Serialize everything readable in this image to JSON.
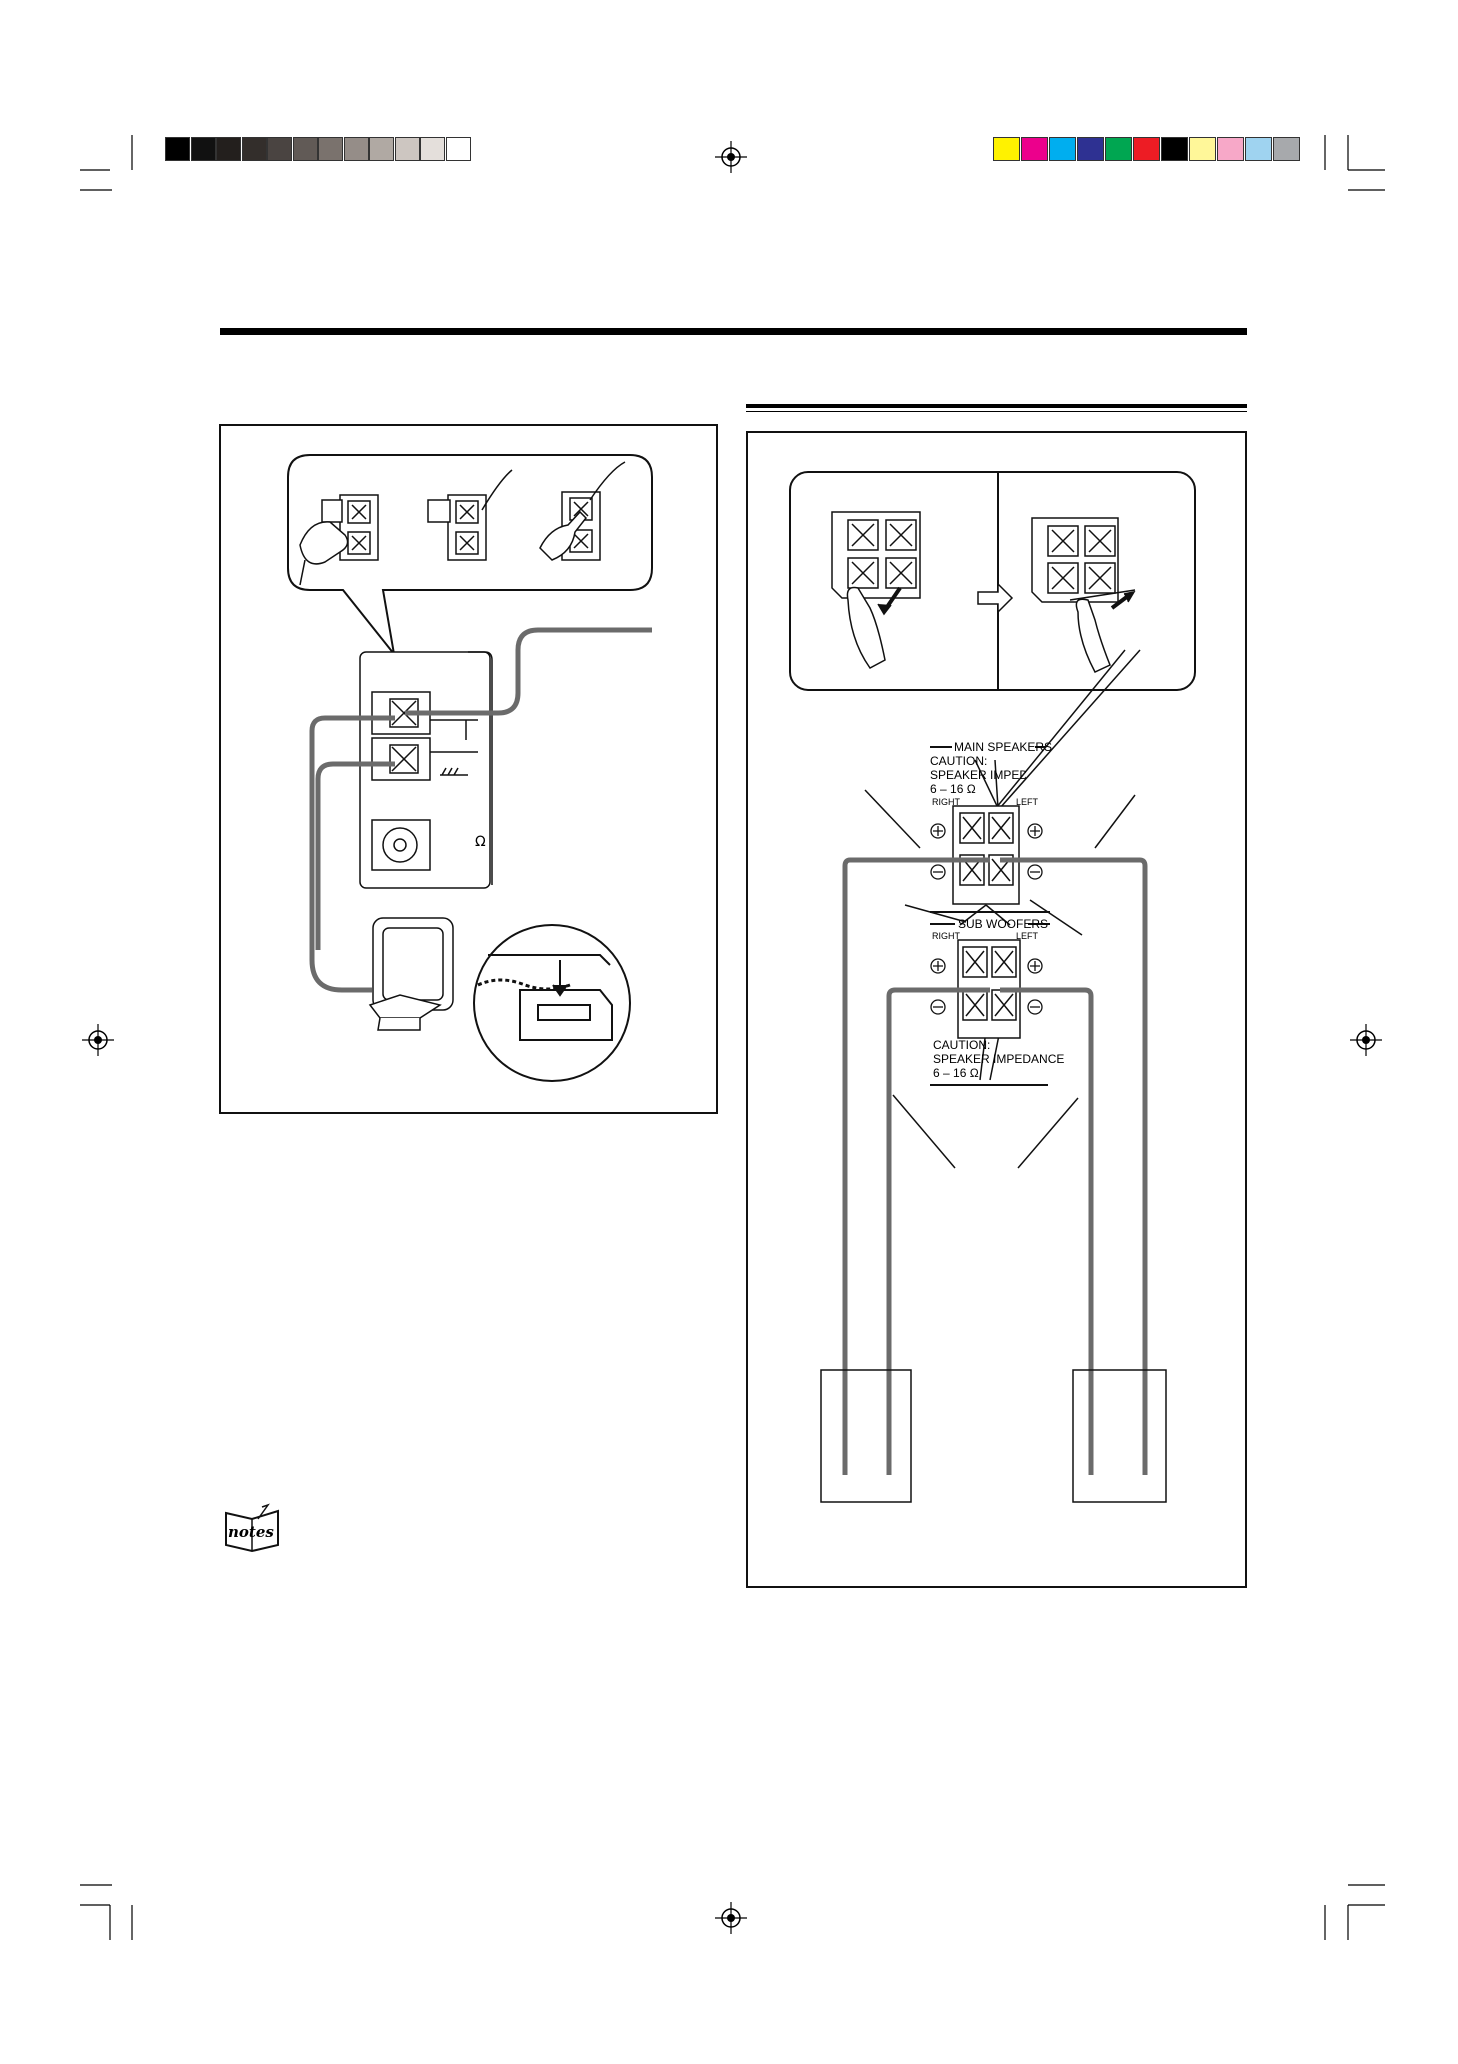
{
  "colors": {
    "grayscale_bar": [
      "#000000",
      "#111111",
      "#231f1d",
      "#332e2b",
      "#4a4441",
      "#615a56",
      "#7a726d",
      "#958d88",
      "#b0a9a3",
      "#cdc6c1",
      "#e4dfdb",
      "#ffffff"
    ],
    "color_bar": [
      "#fff200",
      "#ec008c",
      "#00aeef",
      "#2e3192",
      "#00a651",
      "#ed1c24",
      "#000000",
      "#fff799",
      "#f7a8c8",
      "#9fd3f0",
      "#a7a9ac"
    ],
    "wire": "#6b6b6b",
    "ink": "#111111"
  },
  "icons": {
    "registration": "registration-mark-icon",
    "notes": "notes-icon",
    "plus": "plus-terminal-icon",
    "minus": "minus-terminal-icon",
    "arrow": "right-arrow-icon"
  },
  "speaker_panel": {
    "main_speakers_label": "MAIN SPEAKERS",
    "caution_label": "CAUTION:",
    "impedance_label_top": "SPEAKER IMPEDANCE",
    "impedance_value_top": "6 – 16 Ω",
    "right_label": "RIGHT",
    "left_label": "LEFT",
    "sub_woofers_label": "SUB WOOFERS",
    "caution_label_bottom": "CAUTION:",
    "impedance_label_bottom": "SPEAKER IMPEDANCE",
    "impedance_value_bottom": "6 – 16 Ω"
  },
  "antenna_panel": {
    "ohm_symbol": "Ω"
  },
  "notes_badge": "notes"
}
